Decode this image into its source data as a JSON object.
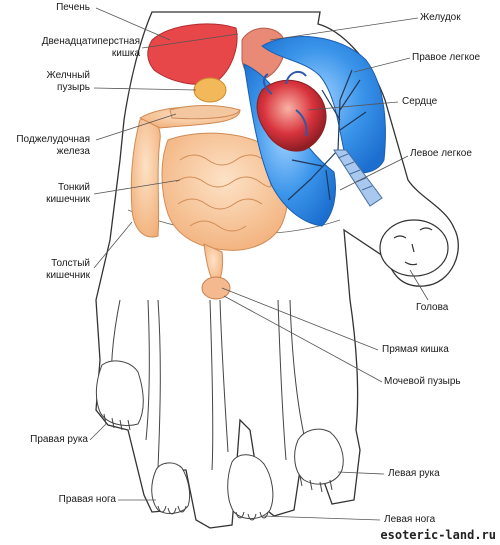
{
  "labels": {
    "liver": "Печень",
    "duodenum": [
      "Двенадцатиперстная",
      "кишка"
    ],
    "gallbladder": [
      "Желчный",
      "пузырь"
    ],
    "pancreas": [
      "Поджелудочная",
      "железа"
    ],
    "small_intestine": [
      "Тонкий",
      "кишечник"
    ],
    "large_intestine": [
      "Толстый",
      "кишечник"
    ],
    "stomach": "Желудок",
    "right_lung": "Правое легкое",
    "heart": "Сердце",
    "left_lung": "Левое легкое",
    "head": "Голова",
    "rectum": "Прямая кишка",
    "bladder": "Мочевой пузырь",
    "right_arm": "Правая рука",
    "left_arm": "Левая рука",
    "right_leg": "Правая нога",
    "left_leg": "Левая нога"
  },
  "watermark": "esoteric-land.ru",
  "colors": {
    "liver": "#e8474a",
    "intestine": "#f7c08f",
    "lung": "#2f8ee8",
    "heart": "#d8333c",
    "outline": "#333333",
    "leader": "#555555"
  }
}
